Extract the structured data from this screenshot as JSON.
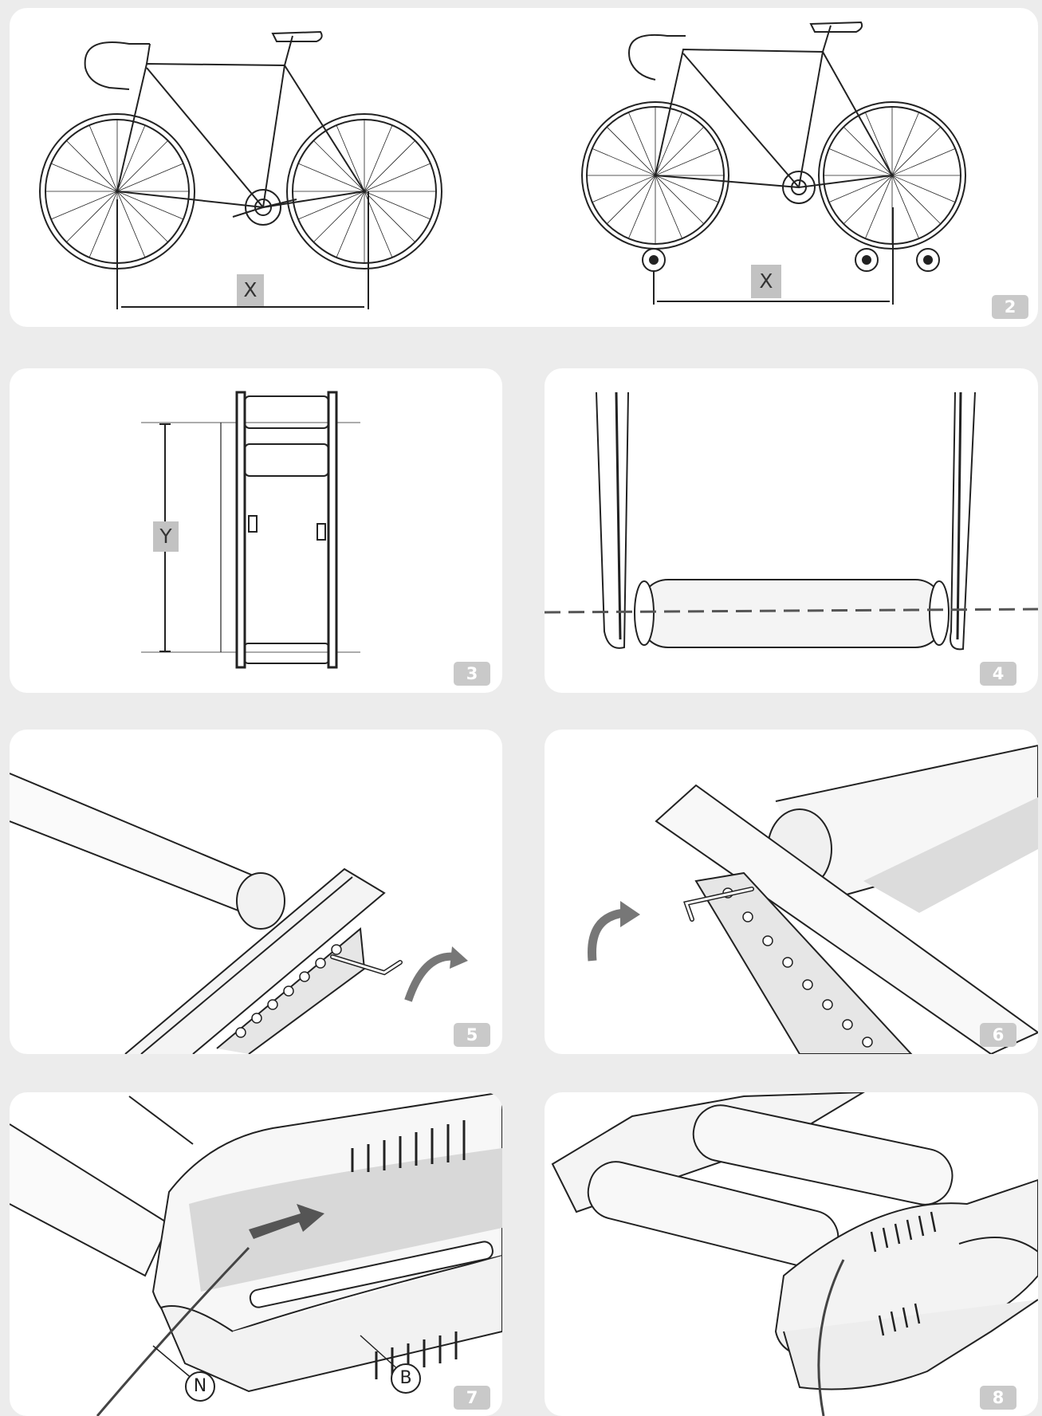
{
  "panels": [
    {
      "badge": "2",
      "labels": {
        "x_left": "X",
        "x_right": "X"
      }
    },
    {
      "badge": "3",
      "labels": {
        "y": "Y"
      }
    },
    {
      "badge": "4"
    },
    {
      "badge": "5"
    },
    {
      "badge": "6"
    },
    {
      "badge": "7",
      "labels": {
        "b": "B",
        "n": "N"
      }
    },
    {
      "badge": "8"
    }
  ],
  "colors": {
    "background": "#ececec",
    "panel": "#ffffff",
    "badge": "#c9c9c9",
    "line": "#222222",
    "shade": "#d8d8d8",
    "arrow": "#6d6d6d"
  },
  "icons": [
    "bicycle-icon",
    "training-wheel-icon",
    "roller-frame-icon",
    "hex-key-icon",
    "rotate-arrow-icon",
    "push-arrow-icon",
    "cable-icon"
  ]
}
